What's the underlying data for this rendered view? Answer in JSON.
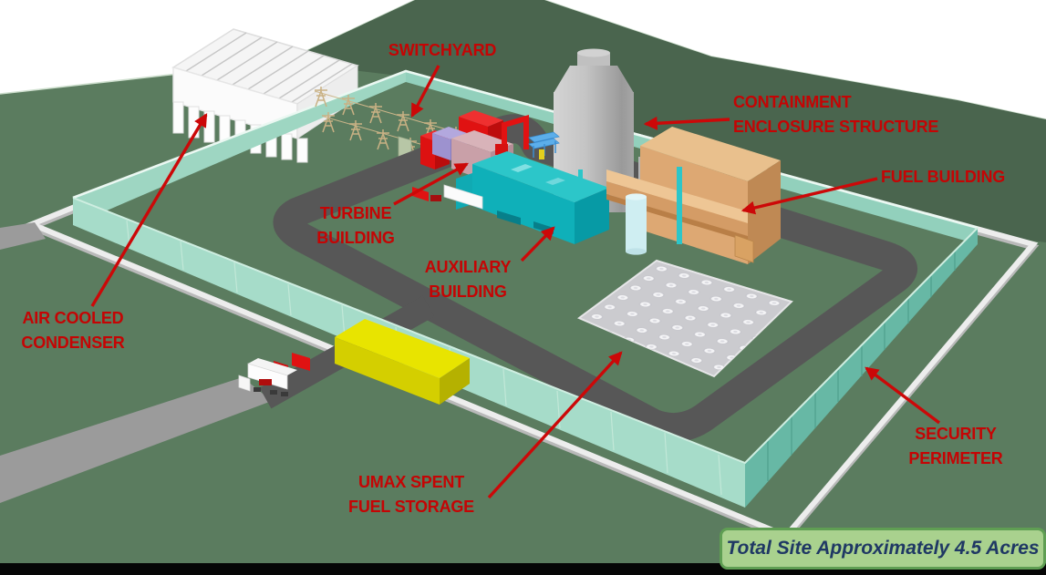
{
  "scene": {
    "background": "#ffffff",
    "ground_green": "#5b7c5f",
    "far_green": "#4a654e",
    "perimeter_teal": "#a3dbc8",
    "outer_wall_white": "#ededed",
    "inner_road_gray": "#575757",
    "outer_road_gray": "#9b9b9b",
    "label_color": "#c50404",
    "arrow_color": "#cc0808",
    "containment_gray": "#c4c4c4",
    "fuel_tan": "#dda873",
    "aux_teal": "#0fb0b9",
    "turbine_pink": "#c9a0a8",
    "switchgear_red": "#e01212",
    "transformer_lavender": "#9d92cf",
    "condenser_blue": "#58aee8",
    "warehouse_yellow": "#e8e400",
    "pad_gray": "#cbcbcf"
  },
  "labels": {
    "switchyard": "SWITCHYARD",
    "containment": "CONTAINMENT\nENCLOSURE STRUCTURE",
    "fuel_building": "FUEL BUILDING",
    "turbine_building": "TURBINE\nBUILDING",
    "auxiliary_building": "AUXILIARY\nBUILDING",
    "air_cooled_condenser": "AIR COOLED\nCONDENSER",
    "umax_spent_fuel_storage": "UMAX SPENT\nFUEL STORAGE",
    "security_perimeter": "SECURITY\nPERIMETER"
  },
  "callout": {
    "text": "Total Site Approximately 4.5 Acres",
    "fill": "#a9d18e",
    "border": "#5f9e53",
    "text_color": "#1f3864"
  }
}
